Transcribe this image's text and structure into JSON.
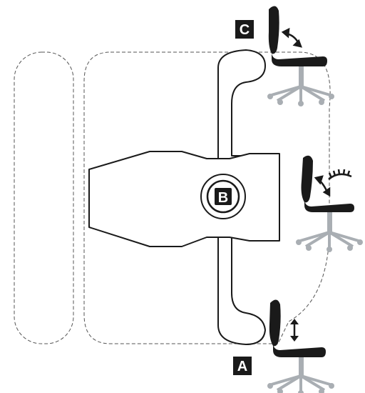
{
  "labels": {
    "a": "A",
    "b": "B",
    "c": "C"
  },
  "colors": {
    "ink": "#1a1a1a",
    "chair_base": "#a9aeb3",
    "background": "#ffffff",
    "label_box": "#1a1a1a",
    "label_text": "#ffffff"
  },
  "icons": [
    "chair-tilt-icon",
    "chair-recline-icon",
    "chair-height-icon",
    "double-arrow-icon",
    "ratchet-icon"
  ]
}
